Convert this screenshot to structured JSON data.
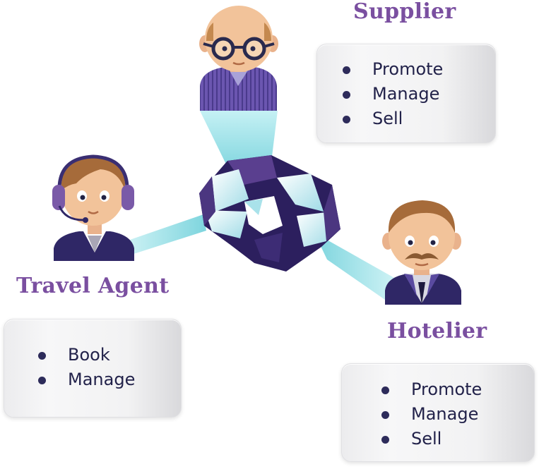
{
  "roles": [
    {
      "id": "supplier",
      "title": "Supplier",
      "items": [
        "Promote",
        "Manage",
        "Sell"
      ]
    },
    {
      "id": "travel-agent",
      "title": "Travel Agent",
      "items": [
        "Book",
        "Manage"
      ]
    },
    {
      "id": "hotelier",
      "title": "Hotelier",
      "items": [
        "Promote",
        "Manage",
        "Sell"
      ]
    }
  ],
  "colors": {
    "title": "#7a4fa0",
    "bullet_text": "#22224a",
    "beam": "#8fdfe6",
    "hub_dark": "#2c1f5e",
    "hub_mid": "#5a3f8f",
    "suit": "#3a2e72",
    "skin": "#f2c39a"
  },
  "icons": [
    "supplier-avatar",
    "travel-agent-avatar",
    "hotelier-avatar",
    "network-hub-icon"
  ]
}
